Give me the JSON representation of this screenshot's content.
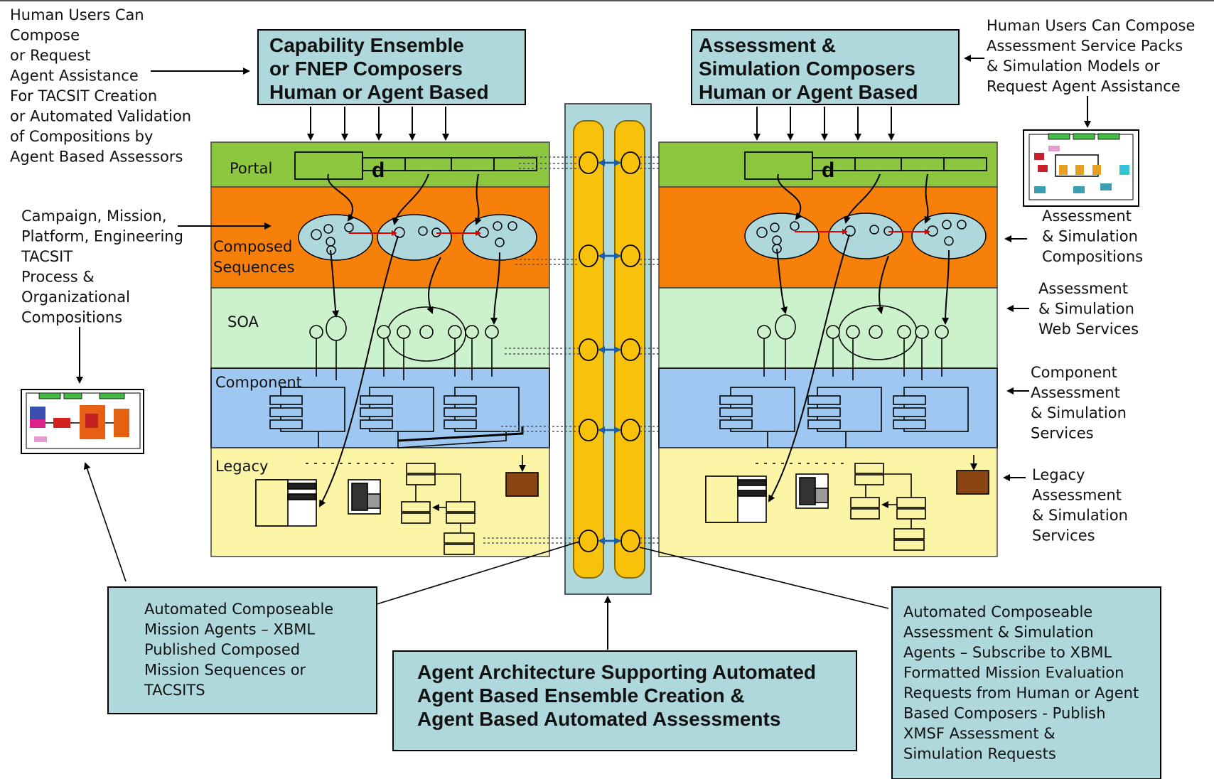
{
  "top_left_note": [
    "Human Users Can",
    "Compose",
    "or Request",
    "Agent Assistance",
    "For TACSIT Creation",
    "or Automated Validation",
    "of Compositions by",
    "Agent Based Assessors"
  ],
  "top_right_note": [
    "Human Users Can Compose",
    "Assessment Service Packs",
    "& Simulation Models or",
    "Request Agent Assistance"
  ],
  "left_composer": [
    "Capability Ensemble",
    "or FNEP Composers",
    "Human or Agent Based"
  ],
  "right_composer": [
    "Assessment &",
    "Simulation Composers",
    "Human or Agent Based"
  ],
  "left_layers": {
    "portal": "Portal",
    "composed": [
      "Composed",
      "Sequences"
    ],
    "soa": "SOA",
    "component": "Component",
    "legacy": "Legacy"
  },
  "left_side_note": [
    "Campaign, Mission,",
    "Platform, Engineering",
    "TACSIT",
    "Process &",
    "Organizational",
    "Compositions"
  ],
  "right_side_notes": {
    "compositions": [
      "Assessment",
      "& Simulation",
      "Compositions"
    ],
    "web_services": [
      "Assessment",
      "& Simulation",
      "Web Services"
    ],
    "component": [
      "Component",
      "Assessment",
      "& Simulation",
      "Services"
    ],
    "legacy": [
      "Legacy",
      "Assessment",
      "& Simulation",
      "Services"
    ]
  },
  "bottom_left_callout": [
    "Automated Composeable",
    "Mission Agents – XBML",
    "Published Composed",
    "Mission Sequences or",
    "TACSITS"
  ],
  "bottom_center_callout": [
    "Agent Architecture Supporting Automated",
    "Agent Based  Ensemble Creation &",
    "Agent Based Automated Assessments"
  ],
  "bottom_right_callout": [
    "Automated Composeable",
    "Assessment &  Simulation",
    "Agents – Subscribe to XBML",
    "Formatted Mission Evaluation",
    "Requests from Human or Agent",
    "Based Composers  - Publish",
    "XMSF Assessment &",
    "Simulation Requests"
  ],
  "colors": {
    "portal": "#8dc63f",
    "composed": "#f7800a",
    "soa": "#ccf2cc",
    "component": "#9ec8f2",
    "legacy": "#fdf5a6",
    "callout_bg": "#aed8dc",
    "bus": "#f9c20a"
  }
}
